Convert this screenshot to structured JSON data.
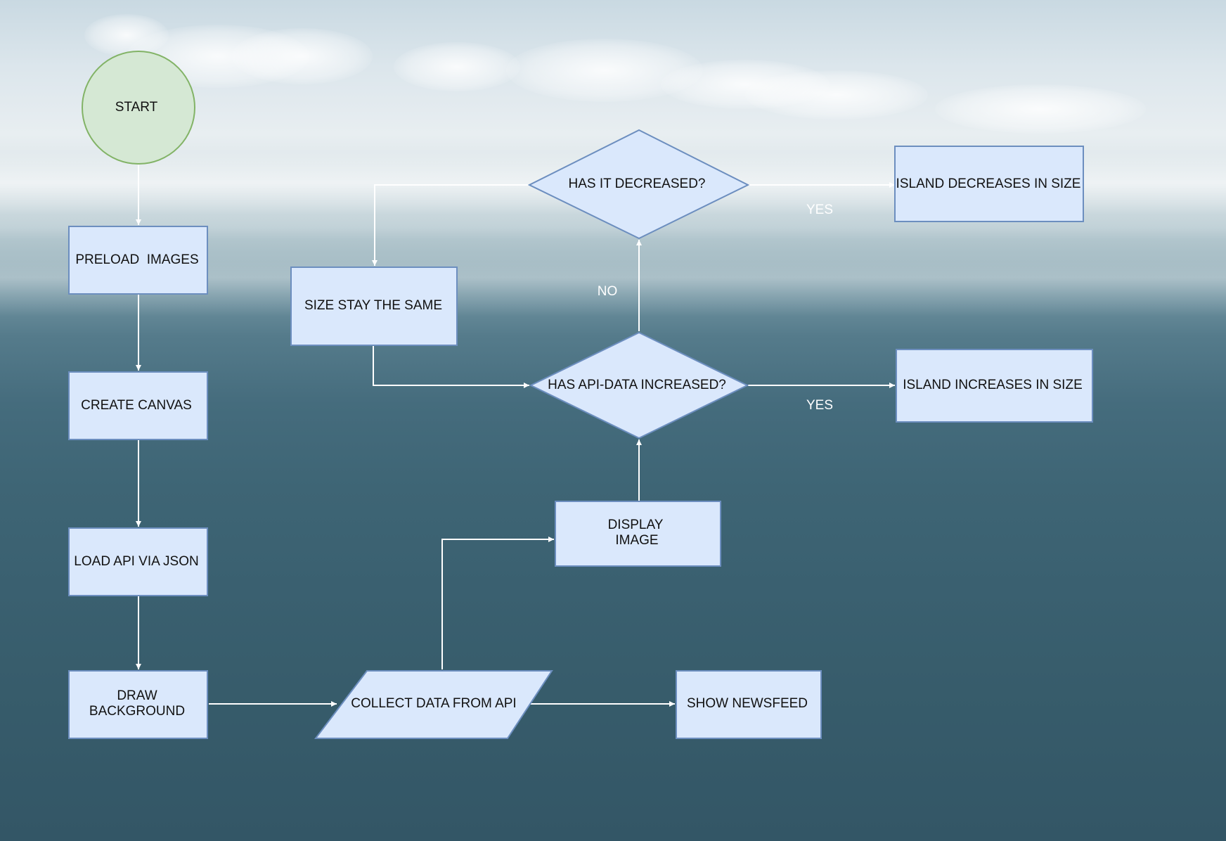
{
  "nodes": {
    "start": "START",
    "preload_images": "PRELOAD  IMAGES",
    "create_canvas": "CREATE CANVAS",
    "load_api": "LOAD API VIA JSON",
    "draw_background": [
      "DRAW",
      "BACKGROUND"
    ],
    "collect_data": "COLLECT DATA FROM API",
    "show_newsfeed": "SHOW NEWSFEED",
    "display_image": [
      "DISPLAY",
      "IMAGE"
    ],
    "has_increased": "HAS API-DATA INCREASED?",
    "has_decreased": "HAS IT DECREASED?",
    "size_same": "SIZE STAY THE SAME",
    "island_increases": "ISLAND INCREASES IN SIZE",
    "island_decreases": "ISLAND DECREASES IN SIZE"
  },
  "edge_labels": {
    "yes_increase": "YES",
    "yes_decrease": "YES",
    "no_decrease": "NO"
  },
  "colors": {
    "process_fill": "#dae8fc",
    "process_stroke": "#6c8ebf",
    "start_fill": "#d5e8d4",
    "start_stroke": "#82b366",
    "edge": "#ffffff"
  }
}
